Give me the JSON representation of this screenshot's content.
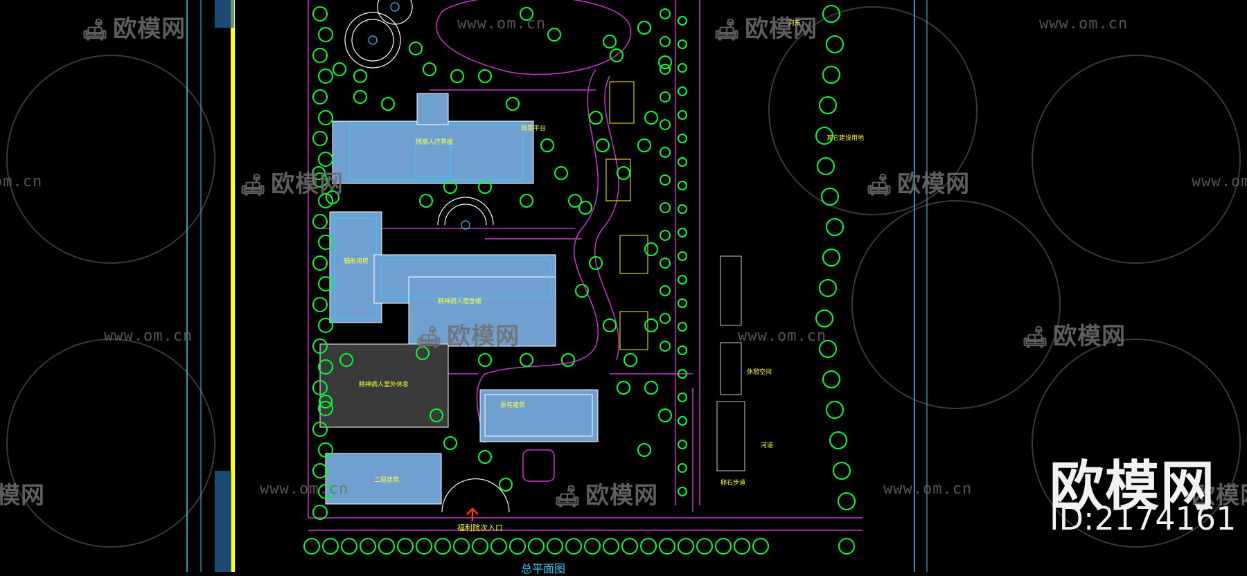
{
  "watermark": {
    "brand": "欧模网",
    "url": "www.om.cn",
    "url_short": "om.cn",
    "id": "ID:2174161"
  },
  "labels": {
    "hall": "残病人疗养楼",
    "platform": "观景平台",
    "aux": "辅助用房",
    "psych_dorm": "精神病人宿舍楼",
    "psych_yard": "精神病人室外休息",
    "existing": "原有建筑",
    "two_storey": "二层建筑",
    "river_top": "河东",
    "other_land": "其它建设用地",
    "river_right": "河道",
    "rest_space": "休憩空间",
    "stone_path": "卵石步道",
    "entrance": "福利院次入口",
    "plan_title": "总平面图"
  },
  "colors": {
    "tree": "#00ff33",
    "road": "#cc33cc",
    "building": "#6fa0d0",
    "cyan": "#33ccff",
    "yellow": "#ffff00",
    "white": "#ffffff",
    "red": "#ff3333"
  }
}
